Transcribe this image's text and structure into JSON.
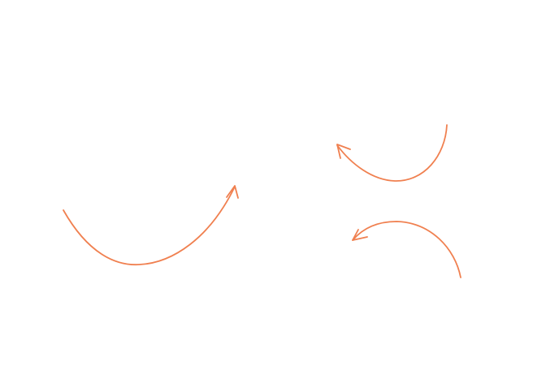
{
  "canvas": {
    "background": "#ffffff"
  },
  "arrows": [
    {
      "id": "arrow-left-upward",
      "icon": "curved-arrow-icon",
      "color": "#f08050"
    },
    {
      "id": "arrow-top-right",
      "icon": "curved-arrow-icon",
      "color": "#f08050"
    },
    {
      "id": "arrow-bottom-right",
      "icon": "curved-arrow-icon",
      "color": "#f08050"
    }
  ]
}
